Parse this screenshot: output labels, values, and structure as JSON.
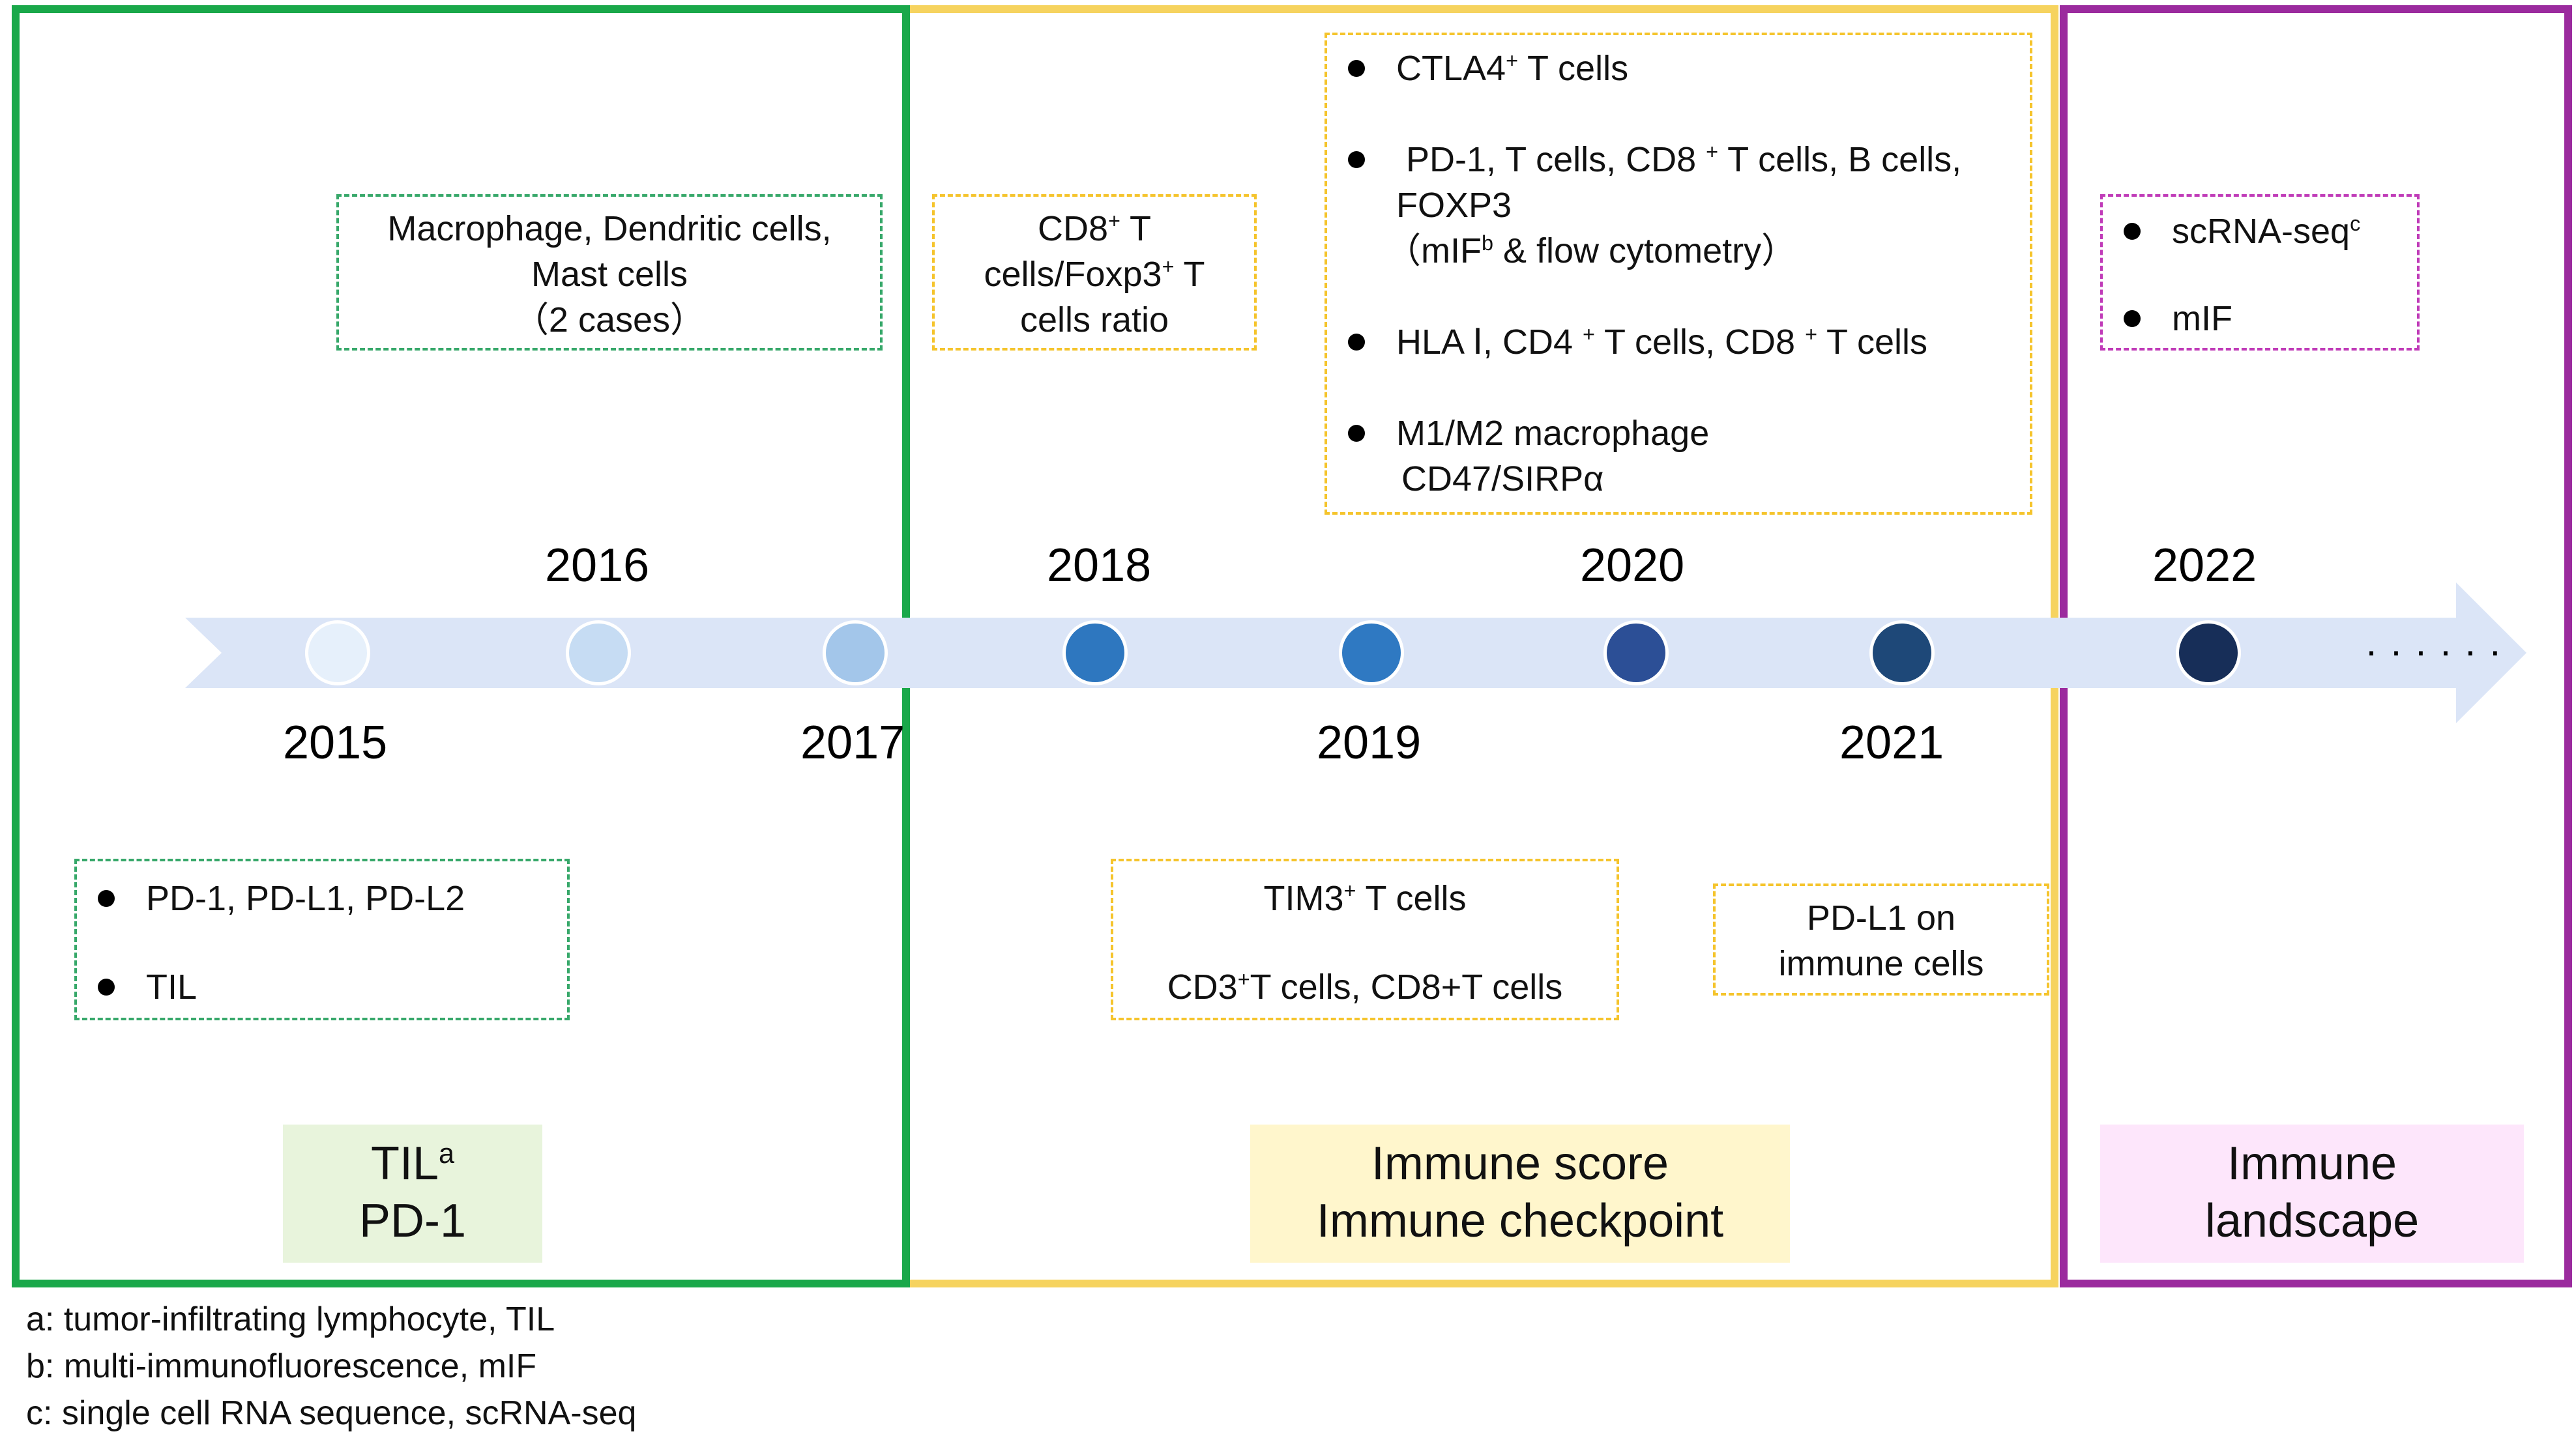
{
  "timeline": {
    "colors": {
      "arrow": "#dbe5f7",
      "green": "#1aa84a",
      "yellow": "#f6d35f",
      "purple": "#9b2b9e"
    },
    "nodes": [
      {
        "year": "2015",
        "color": "#e6f0fb"
      },
      {
        "year": "2016",
        "color": "#c6dcf3"
      },
      {
        "year": "2017",
        "color": "#a3c6ea"
      },
      {
        "year": "2018",
        "color": "#2e77bf"
      },
      {
        "year": "2019",
        "color": "#2f79c2"
      },
      {
        "year": "2020",
        "color": "#2c4f96"
      },
      {
        "year": "2021",
        "color": "#1e4878"
      },
      {
        "year": "2022",
        "color": "#172e58"
      }
    ],
    "ellipsis": "······"
  },
  "boxes": {
    "b2016": {
      "line1": "Macrophage, Dendritic cells,",
      "line2": "Mast cells",
      "line3": "（2 cases）"
    },
    "b2018": {
      "line1_main": "CD8",
      "line1_sup": "+",
      "line1_tail": " T",
      "line2_main": "cells/Foxp3",
      "line2_sup": "+",
      "line2_tail": " T",
      "line3": "cells ratio"
    },
    "b2020": {
      "i1_main": "CTLA4",
      "i1_sup": "+",
      "i1_tail": "  T cells",
      "i2a": " PD-1, T cells, CD8 ",
      "i2a_sup": "+",
      "i2b": " T cells, B cells,",
      "i2c": "FOXP3",
      "i2d_pre": "（mIF",
      "i2d_sup": "b",
      "i2d_post": " & flow cytometry）",
      "i3a": "HLA Ⅰ, CD4 ",
      "i3a_sup": "+",
      "i3b": " T cells, CD8 ",
      "i3b_sup": "+",
      "i3c": " T cells",
      "i4a": "M1/M2 macrophage",
      "i4b": " CD47/SIRPα"
    },
    "b2022": {
      "i1_main": "scRNA-seq",
      "i1_sup": "c",
      "i2": "mIF"
    },
    "b2015": {
      "i1": "PD-1, PD-L1, PD-L2",
      "i2": "TIL"
    },
    "b2019": {
      "l1_main": "TIM3",
      "l1_sup": "+",
      "l1_tail": " T cells",
      "l2_main": "CD3",
      "l2_sup": "+",
      "l2_tail": "T cells, CD8+T cells"
    },
    "b2021": {
      "line1": "PD-L1 on",
      "line2": "immune cells"
    }
  },
  "labels": {
    "green": {
      "line1_main": "TIL",
      "line1_sup": "a",
      "line2": "PD-1",
      "bg": "#e8f4dc"
    },
    "yellow": {
      "line1": "Immune score",
      "line2": "Immune checkpoint",
      "bg": "#fff6cc"
    },
    "purple": {
      "line1": "Immune",
      "line2": "landscape",
      "bg": "#fde6fb"
    }
  },
  "footnotes": [
    "a:  tumor-infiltrating lymphocyte, TIL",
    "b:  multi-immunofluorescence, mIF",
    "c:  single cell RNA sequence, scRNA-seq"
  ]
}
